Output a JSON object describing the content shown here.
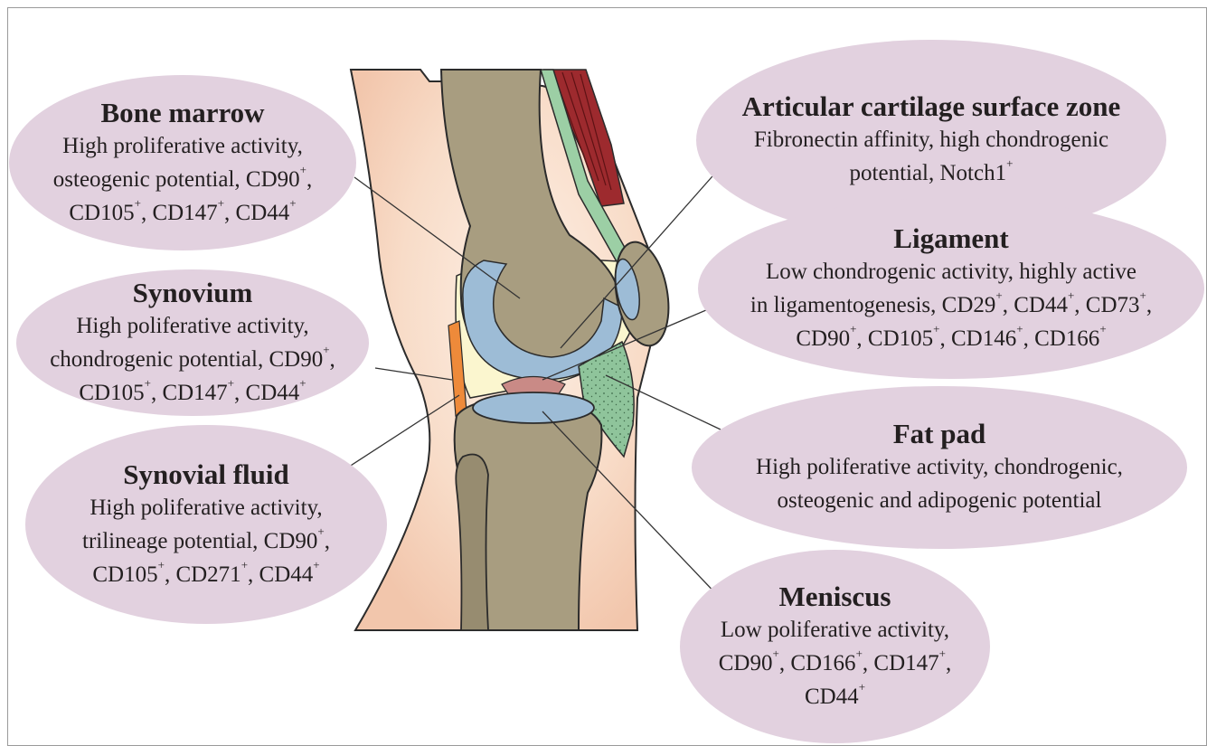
{
  "labels": {
    "bone_marrow": {
      "title": "Bone marrow",
      "lines": [
        [
          {
            "t": "High proliferative activity,"
          }
        ],
        [
          {
            "t": "osteogenic potential, CD90"
          },
          {
            "sup": "+"
          },
          {
            "t": ","
          }
        ],
        [
          {
            "t": "CD105"
          },
          {
            "sup": "+"
          },
          {
            "t": ", CD147"
          },
          {
            "sup": "+"
          },
          {
            "t": ", CD44"
          },
          {
            "sup": "+"
          }
        ]
      ]
    },
    "synovium": {
      "title": "Synovium",
      "lines": [
        [
          {
            "t": "High poliferative activity,"
          }
        ],
        [
          {
            "t": "chondrogenic potential, CD90"
          },
          {
            "sup": "+"
          },
          {
            "t": ","
          }
        ],
        [
          {
            "t": "CD105"
          },
          {
            "sup": "+"
          },
          {
            "t": ", CD147"
          },
          {
            "sup": "+"
          },
          {
            "t": ", CD44"
          },
          {
            "sup": "+"
          }
        ]
      ]
    },
    "synovial_fluid": {
      "title": "Synovial fluid",
      "lines": [
        [
          {
            "t": "High poliferative activity,"
          }
        ],
        [
          {
            "t": "trilineage potential, CD90"
          },
          {
            "sup": "+"
          },
          {
            "t": ","
          }
        ],
        [
          {
            "t": "CD105"
          },
          {
            "sup": "+"
          },
          {
            "t": ", CD271"
          },
          {
            "sup": "+"
          },
          {
            "t": ", CD44"
          },
          {
            "sup": "+"
          }
        ]
      ]
    },
    "articular_cartilage": {
      "title": "Articular cartilage surface zone",
      "lines": [
        [
          {
            "t": "Fibronectin affinity, high chondrogenic"
          }
        ],
        [
          {
            "t": "potential, Notch1"
          },
          {
            "sup": "+"
          }
        ]
      ]
    },
    "ligament": {
      "title": "Ligament",
      "lines": [
        [
          {
            "t": "Low chondrogenic activity, highly active"
          }
        ],
        [
          {
            "t": "in ligamentogenesis, CD29"
          },
          {
            "sup": "+"
          },
          {
            "t": ", CD44"
          },
          {
            "sup": "+"
          },
          {
            "t": ", CD73"
          },
          {
            "sup": "+"
          },
          {
            "t": ","
          }
        ],
        [
          {
            "t": "CD90"
          },
          {
            "sup": "+"
          },
          {
            "t": ", CD105"
          },
          {
            "sup": "+"
          },
          {
            "t": ", CD146"
          },
          {
            "sup": "+"
          },
          {
            "t": ", CD166"
          },
          {
            "sup": "+"
          }
        ]
      ]
    },
    "fat_pad": {
      "title": "Fat pad",
      "lines": [
        [
          {
            "t": "High poliferative activity, chondrogenic,"
          }
        ],
        [
          {
            "t": "osteogenic and adipogenic potential"
          }
        ]
      ]
    },
    "meniscus": {
      "title": "Meniscus",
      "lines": [
        [
          {
            "t": "Low poliferative activity,"
          }
        ],
        [
          {
            "t": "CD90"
          },
          {
            "sup": "+"
          },
          {
            "t": ", CD166"
          },
          {
            "sup": "+"
          },
          {
            "t": ", CD147"
          },
          {
            "sup": "+"
          },
          {
            "t": ","
          }
        ],
        [
          {
            "t": "CD44"
          },
          {
            "sup": "+"
          }
        ]
      ]
    }
  },
  "colors": {
    "bubble_fill": "#e2d1df",
    "skin": "#f6d3bd",
    "bone": "#a89d80",
    "cartilage": "#9dbcd6",
    "synovial_fluid": "#fbf6cf",
    "fat_pad": "#8fc49b",
    "muscle": "#9d2a2e",
    "tendon": "#9ccfa5",
    "synovium": "#ee8a3a",
    "leader_line": "#333333"
  }
}
